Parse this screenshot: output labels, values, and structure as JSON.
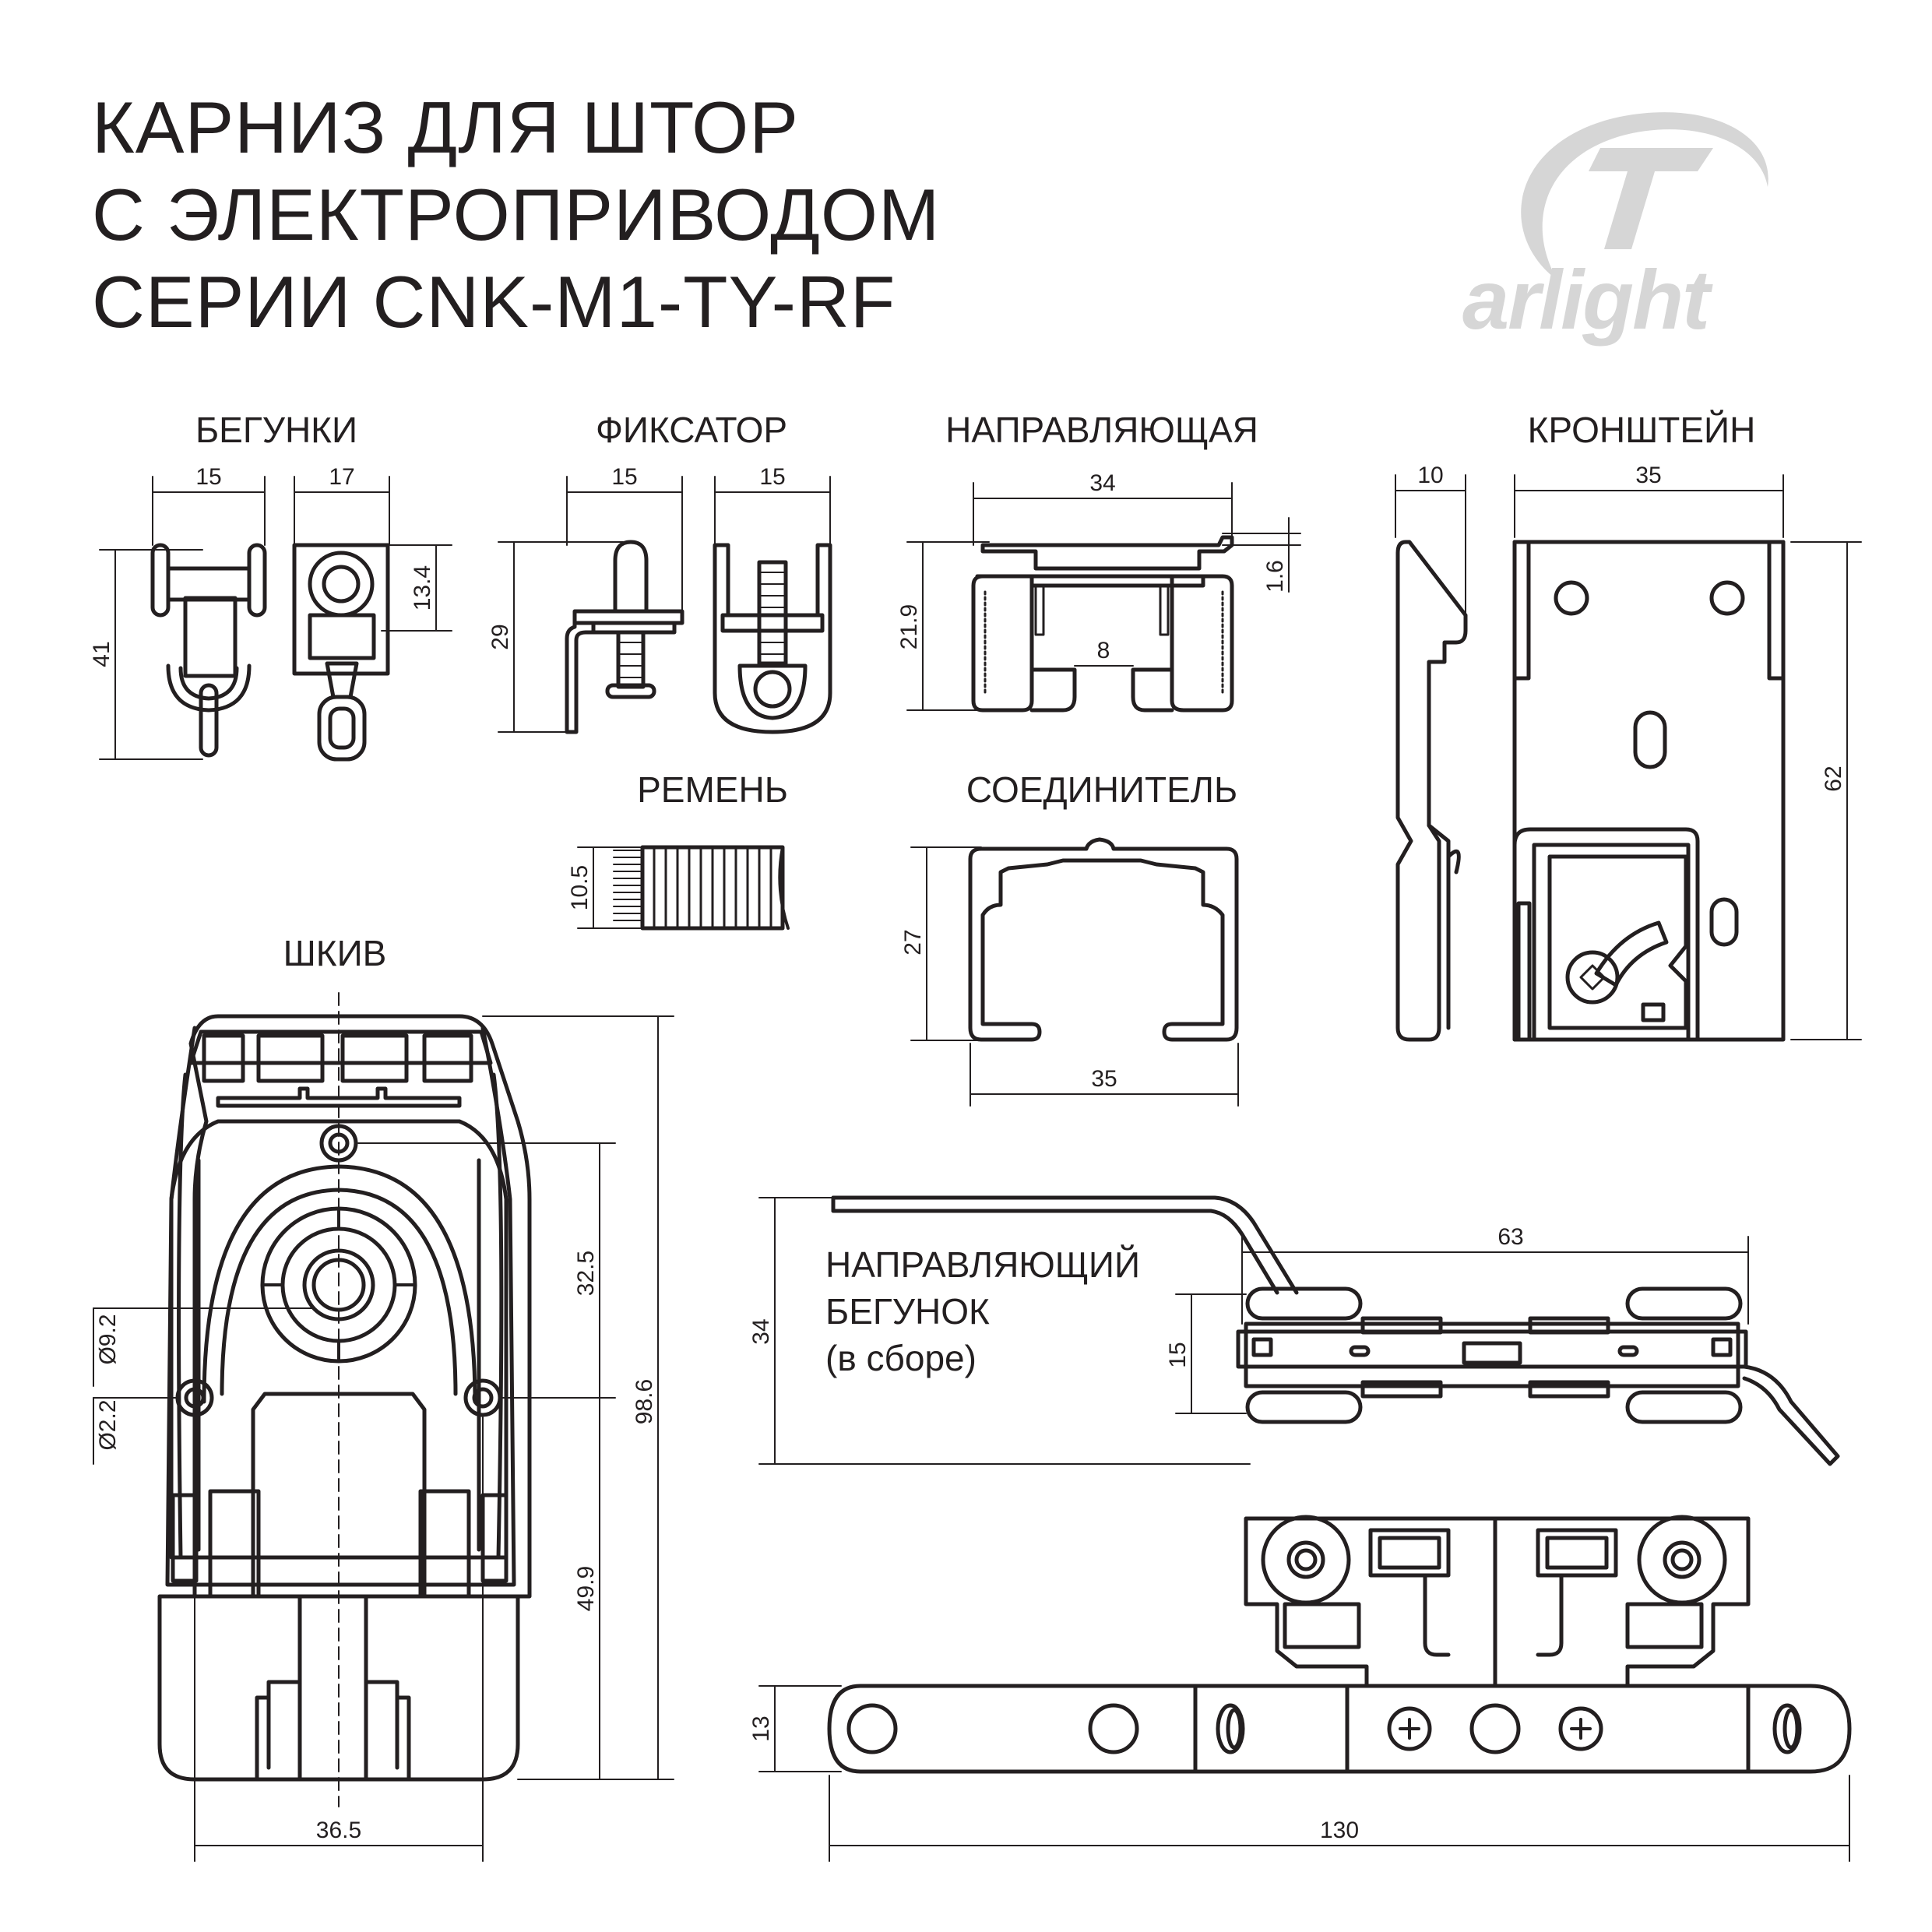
{
  "title": {
    "line1": "КАРНИЗ ДЛЯ ШТОР",
    "line2": "С ЭЛЕКТРОПРИВОДОМ",
    "line3": "СЕРИИ CNK-M1-TY-RF"
  },
  "brand": {
    "logo_text": "arlight",
    "logo_color": "#d6d6d6"
  },
  "sections": {
    "runners": "БЕГУНКИ",
    "fixator": "ФИКСАТОР",
    "guide": "НАПРАВЛЯЮЩАЯ",
    "bracket": "КРОНШТЕЙН",
    "belt": "РЕМЕНЬ",
    "connector": "СОЕДИНИТЕЛЬ",
    "pulley": "ШКИВ",
    "guide_runner_line1": "НАПРАВЛЯЮЩИЙ",
    "guide_runner_line2": "БЕГУНОК",
    "guide_runner_line3": "(в сборе)"
  },
  "dimensions": {
    "runners_w1": "15",
    "runners_w2": "17",
    "runners_h": "41",
    "runners_h2": "13.4",
    "fixator_w1": "15",
    "fixator_w2": "15",
    "fixator_h": "29",
    "guide_w": "34",
    "guide_h": "21.9",
    "guide_t": "1.6",
    "guide_gap": "8",
    "bracket_w1": "10",
    "bracket_w2": "35",
    "bracket_h": "62",
    "belt_h": "10.5",
    "connector_h": "27",
    "connector_w": "35",
    "pulley_d1": "Ø9.2",
    "pulley_d2": "Ø2.2",
    "pulley_h1": "32.5",
    "pulley_h2": "49.9",
    "pulley_h3": "98.6",
    "pulley_w": "36.5",
    "gr_w": "63",
    "gr_h1": "34",
    "gr_h2": "15",
    "gr_h3": "13",
    "gr_len": "130"
  }
}
